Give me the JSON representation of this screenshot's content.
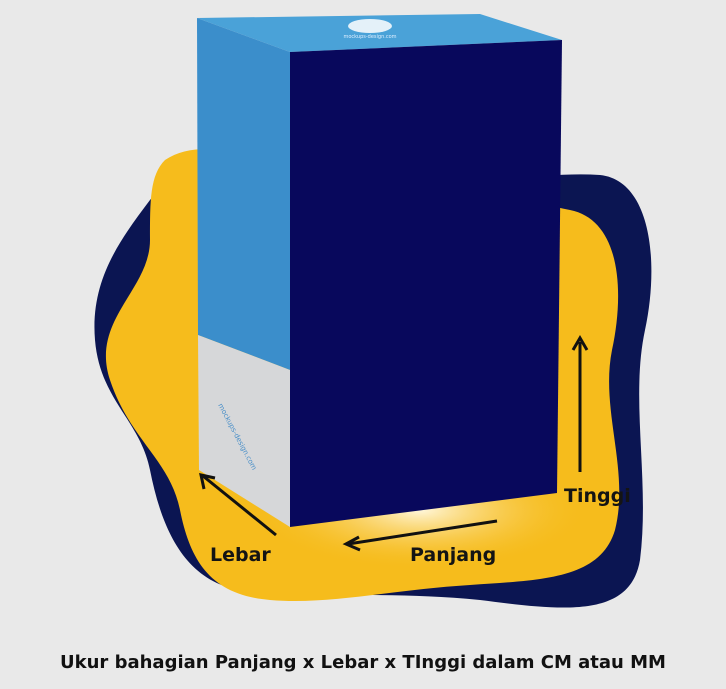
{
  "labels": {
    "length": "Panjang",
    "width": "Lebar",
    "height": "Tinggi"
  },
  "caption": "Ukur bahagian Panjang x Lebar x TInggi dalam CM atau MM",
  "box_watermark": "mockups-design.com",
  "colors": {
    "background": "#e9e9e9",
    "blob_navy": "#0b1552",
    "blob_yellow": "#f6bc1c",
    "box_front": "#08085c",
    "box_side_blue": "#3b8ecb",
    "box_side_grey": "#d6d7d9"
  }
}
